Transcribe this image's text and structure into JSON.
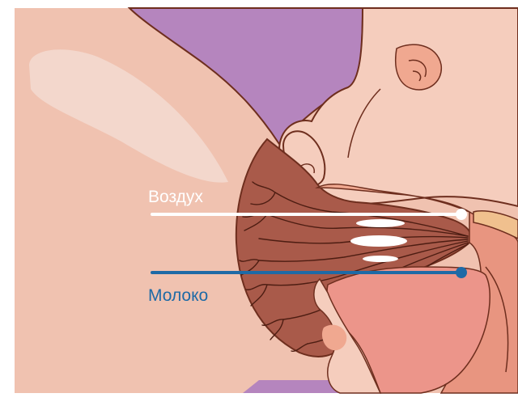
{
  "labels": {
    "air": "Воздух",
    "milk": "Молоко"
  },
  "colors": {
    "background": "#ffffff",
    "skin": "#f0c2b0",
    "skin_light": "#f6d3c5",
    "highlight": "#f3d7cc",
    "face": "#f5cdbd",
    "outline": "#6e2e1e",
    "purple": "#b585be",
    "areola": "#a95a4a",
    "duct_line": "#4d1d12",
    "lip_pink": "#f0a890",
    "mouth_inner": "#e89580",
    "tongue": "#ec958a",
    "gum": "#f0c08e",
    "air_line": "#ffffff",
    "milk_line": "#1e6aa6"
  },
  "icons": [
    "air-line-endpoint-dot",
    "milk-line-endpoint-dot"
  ]
}
